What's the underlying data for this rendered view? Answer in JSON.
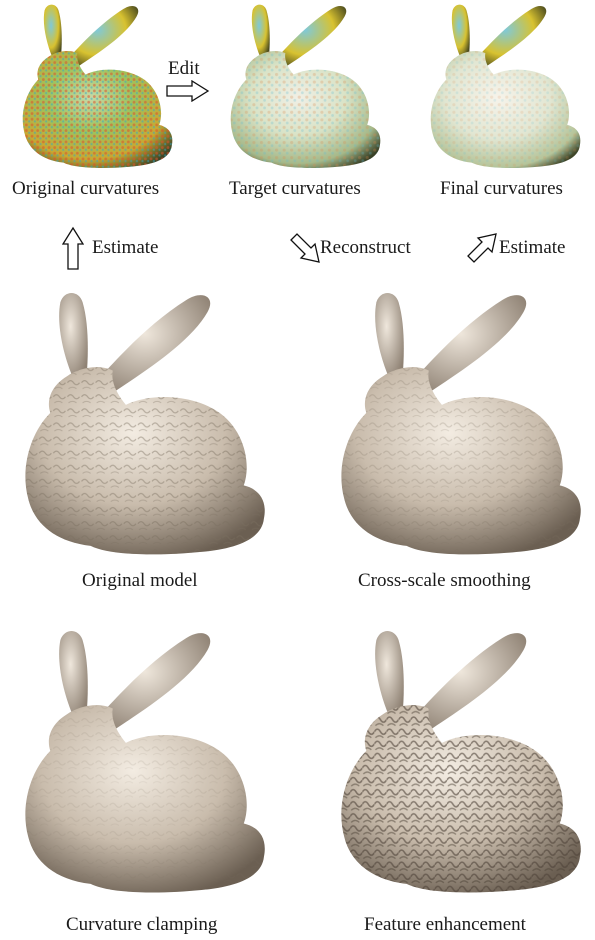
{
  "top_row": {
    "original_label": "Original curvatures",
    "target_label": "Target curvatures",
    "final_label": "Final curvatures",
    "edit_label": "Edit"
  },
  "middle_arrows": {
    "estimate_left": "Estimate",
    "reconstruct": "Reconstruct",
    "estimate_right": "Estimate"
  },
  "results": {
    "original_model": "Original model",
    "cross_scale": "Cross-scale smoothing",
    "clamping": "Curvature clamping",
    "enhancement": "Feature enhancement"
  }
}
